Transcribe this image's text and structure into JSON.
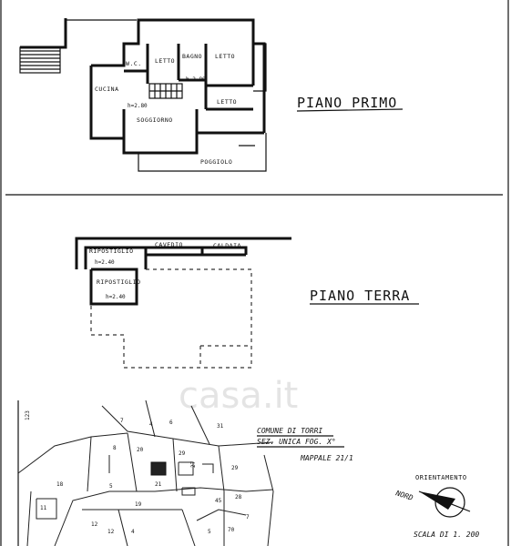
{
  "floors": {
    "first": {
      "title": "PIANO PRIMO",
      "rooms": {
        "letto_1": "LETTO",
        "bagno": "BAGNO",
        "letto_2": "LETTO",
        "wc": "W.C.",
        "cucina": "CUCINA",
        "height_a": "h=2.80",
        "height_b": "h=2.80",
        "letto_3": "LETTO",
        "soggiorno": "SOGGIORNO",
        "poggiolo": "POGGIOLO"
      }
    },
    "ground": {
      "title": "PIANO TERRA",
      "rooms": {
        "ripostiglio_1": "RIPOSTIGLIO",
        "cavedio": "CAVEDIO",
        "caldaia": "CALDAIA",
        "height_a": "h=2.40",
        "ripostiglio_2": "RIPOSTIGLIO",
        "height_b": "h=2.40"
      }
    }
  },
  "cadastral": {
    "comune": "COMUNE DI TORRI",
    "sezione": "SEZ. UNICA FOG. X°",
    "mappale": "MAPPALE 21/1",
    "parcels": [
      "123",
      "7",
      "4",
      "6",
      "31",
      "8",
      "20",
      "29",
      "27",
      "21",
      "29",
      "18",
      "5",
      "19",
      "45",
      "28",
      "11",
      "12",
      "12",
      "4",
      "5",
      "70",
      "7"
    ]
  },
  "orientation": {
    "label": "ORIENTAMENTO",
    "north": "NORD",
    "scale": "SCALA DI 1. 200"
  },
  "watermark": "casa.it"
}
